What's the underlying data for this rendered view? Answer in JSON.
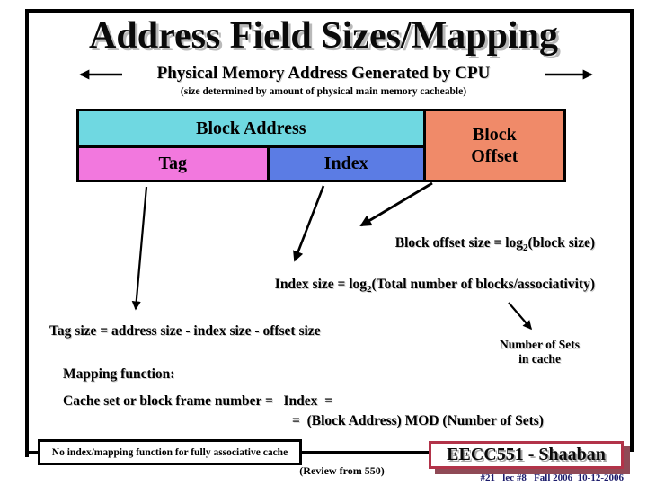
{
  "slide": {
    "title": "Address Field Sizes/Mapping",
    "subtitle": "Physical Memory Address Generated by CPU",
    "subtitle_note": "(size determined by amount of physical main memory cacheable)"
  },
  "diagram": {
    "block_address_label": "Block Address",
    "tag_label": "Tag",
    "index_label": "Index",
    "block_offset_line1": "Block",
    "block_offset_line2": "Offset",
    "colors": {
      "block_address": "#6FD8E1",
      "tag": "#F278DE",
      "index": "#5B7CE4",
      "block_offset": "#F08A69",
      "border": "#000000"
    }
  },
  "equations": {
    "offset_prefix": "Block offset size = log",
    "offset_sub": "2",
    "offset_suffix": "(block size)",
    "index_prefix": "Index size = log",
    "index_sub": "2",
    "index_suffix": "(Total number of blocks/associativity)",
    "tag": "Tag size = address size - index size - offset size",
    "sets_note_line1": "Number of Sets",
    "sets_note_line2": "in cache",
    "mapping_heading": "Mapping function:",
    "mapping_line1": "Cache set or block frame number =   Index  =",
    "mapping_line2": "=  (Block Address) MOD (Number of Sets)"
  },
  "footer": {
    "note_box": "No index/mapping function for fully associative cache",
    "course_stamp": "EECC551 - Shaaban",
    "stamp_border_color": "#B23349",
    "review_note": "(Review from 550)",
    "lecture_info": "#21   lec #8   Fall 2006  10-12-2006",
    "lecture_info_color": "#1B1B6B"
  }
}
